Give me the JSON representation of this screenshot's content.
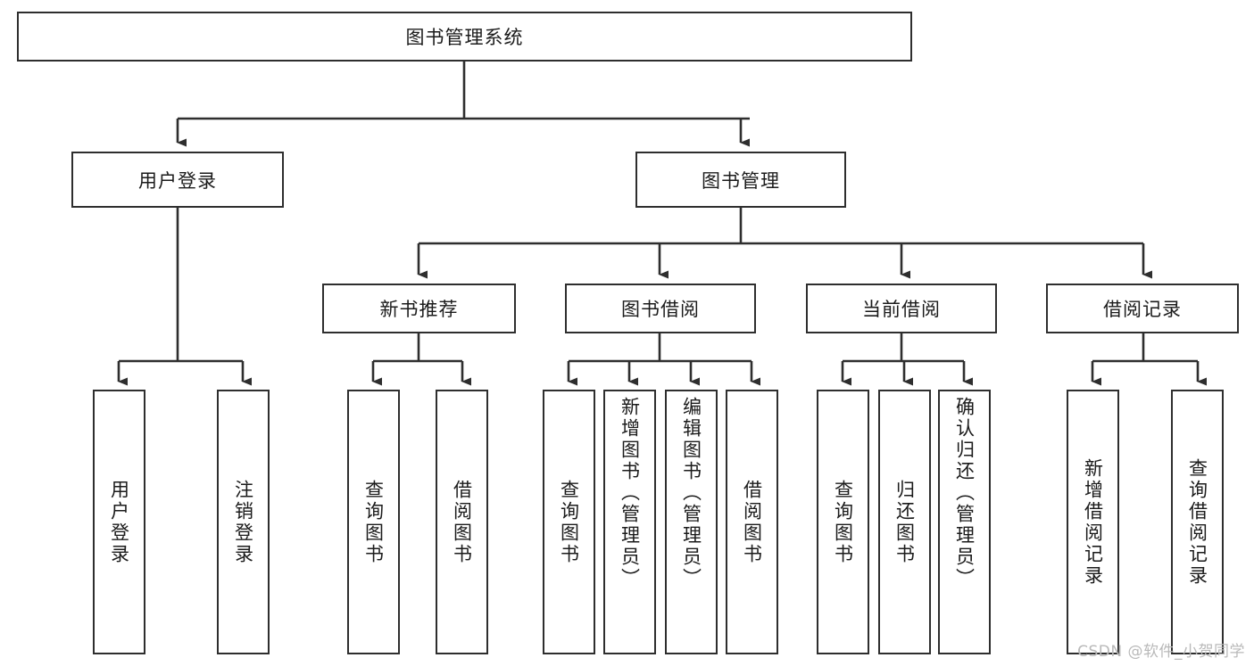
{
  "diagram": {
    "title": "图书管理系统",
    "type": "tree",
    "watermark": "CSDN @软件_小贺同学",
    "colors": {
      "background": "#ffffff",
      "box_border": "#2e2e2e",
      "box_fill": "#ffffff",
      "text": "#1b1b1b",
      "connector": "#2e2e2e",
      "watermark": "#b9b9b9"
    },
    "root": {
      "label": "图书管理系统"
    },
    "level2": [
      {
        "label": "用户登录"
      },
      {
        "label": "图书管理"
      }
    ],
    "level3": [
      {
        "label": "新书推荐"
      },
      {
        "label": "图书借阅"
      },
      {
        "label": "当前借阅"
      },
      {
        "label": "借阅记录"
      }
    ],
    "leaves": {
      "user_login": [
        {
          "label": "用户登录"
        },
        {
          "label": "注销登录"
        }
      ],
      "new_book_recommend": [
        {
          "label": "查询图书"
        },
        {
          "label": "借阅图书"
        }
      ],
      "book_borrow": [
        {
          "label": "查询图书"
        },
        {
          "label": "新增图书（管理员）"
        },
        {
          "label": "编辑图书（管理员）"
        },
        {
          "label": "借阅图书"
        }
      ],
      "current_borrow": [
        {
          "label": "查询图书"
        },
        {
          "label": "归还图书"
        },
        {
          "label": "确认归还（管理员）"
        }
      ],
      "borrow_record": [
        {
          "label": "新增借阅记录"
        },
        {
          "label": "查询借阅记录"
        }
      ]
    }
  }
}
